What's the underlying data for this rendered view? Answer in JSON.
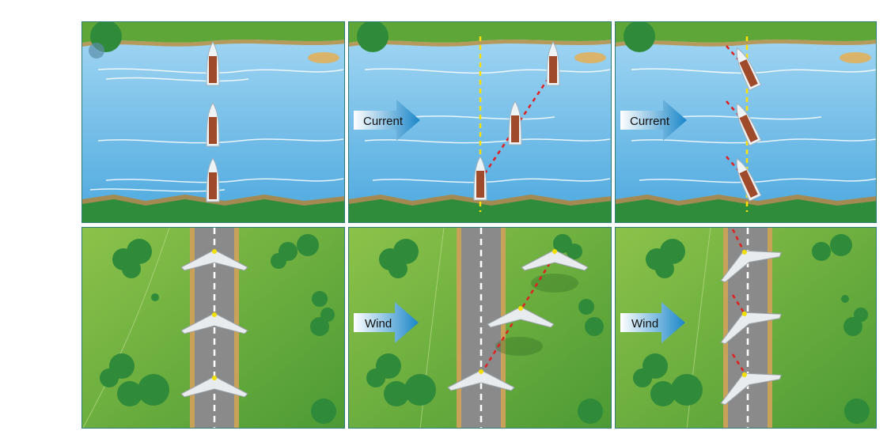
{
  "labels": {
    "current": "Current",
    "wind": "Wind"
  },
  "colors": {
    "water_top": "#9ed3f2",
    "water_bottom": "#4aa7dd",
    "grass_light": "#8fc44c",
    "grass_dark": "#3f8f2e",
    "runway": "#8a8a8a",
    "runway_edge": "#c9a25a",
    "centerline": "#ffffff",
    "ground_track": "#ffe000",
    "actual_track": "#e02020",
    "arrow_dark": "#1a86c8",
    "arrow_light": "#ffffff"
  },
  "panels": [
    {
      "id": "boat-no-current",
      "scene": "water",
      "arrow": false,
      "crab": false
    },
    {
      "id": "boat-current-drift",
      "scene": "water",
      "arrow": true,
      "crab": false
    },
    {
      "id": "boat-current-crab",
      "scene": "water",
      "arrow": true,
      "crab": true
    },
    {
      "id": "plane-no-wind",
      "scene": "field",
      "arrow": false,
      "crab": false
    },
    {
      "id": "plane-wind-drift",
      "scene": "field",
      "arrow": true,
      "crab": false
    },
    {
      "id": "plane-wind-crab",
      "scene": "field",
      "arrow": true,
      "crab": true
    }
  ]
}
